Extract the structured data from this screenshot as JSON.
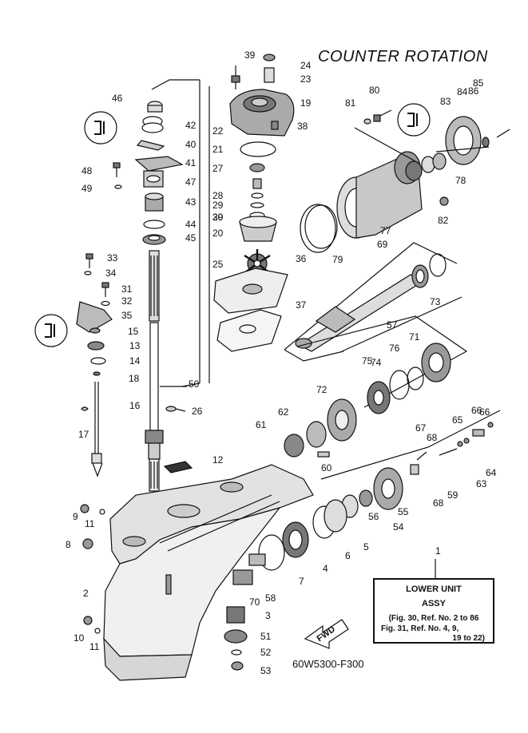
{
  "diagram": {
    "title": "COUNTER ROTATION",
    "drawing_code": "60W5300-F300",
    "fwd_label": "FWD",
    "assy_box": {
      "index": "1",
      "line1": "LOWER UNIT",
      "line2": "ASSY",
      "line3": "(Fig. 30, Ref. No. 2 to 86",
      "line4": "Fig. 31, Ref. No. 4, 9,",
      "line5": "19 to 22)"
    },
    "callouts": [
      "1",
      "2",
      "3",
      "4",
      "5",
      "6",
      "7",
      "8",
      "9",
      "10",
      "11",
      "11",
      "12",
      "13",
      "14",
      "15",
      "16",
      "17",
      "18",
      "19",
      "20",
      "21",
      "22",
      "23",
      "24",
      "25",
      "26",
      "27",
      "28",
      "29",
      "29",
      "30",
      "31",
      "32",
      "33",
      "34",
      "35",
      "36",
      "37",
      "38",
      "39",
      "40",
      "41",
      "42",
      "43",
      "44",
      "45",
      "46",
      "47",
      "48",
      "49",
      "50",
      "51",
      "52",
      "53",
      "54",
      "55",
      "56",
      "57",
      "58",
      "59",
      "60",
      "61",
      "62",
      "63",
      "64",
      "65",
      "66",
      "66",
      "67",
      "68",
      "68",
      "69",
      "70",
      "71",
      "72",
      "73",
      "74",
      "75",
      "76",
      "77",
      "78",
      "79",
      "80",
      "81",
      "82",
      "83",
      "84",
      "85",
      "86"
    ]
  }
}
